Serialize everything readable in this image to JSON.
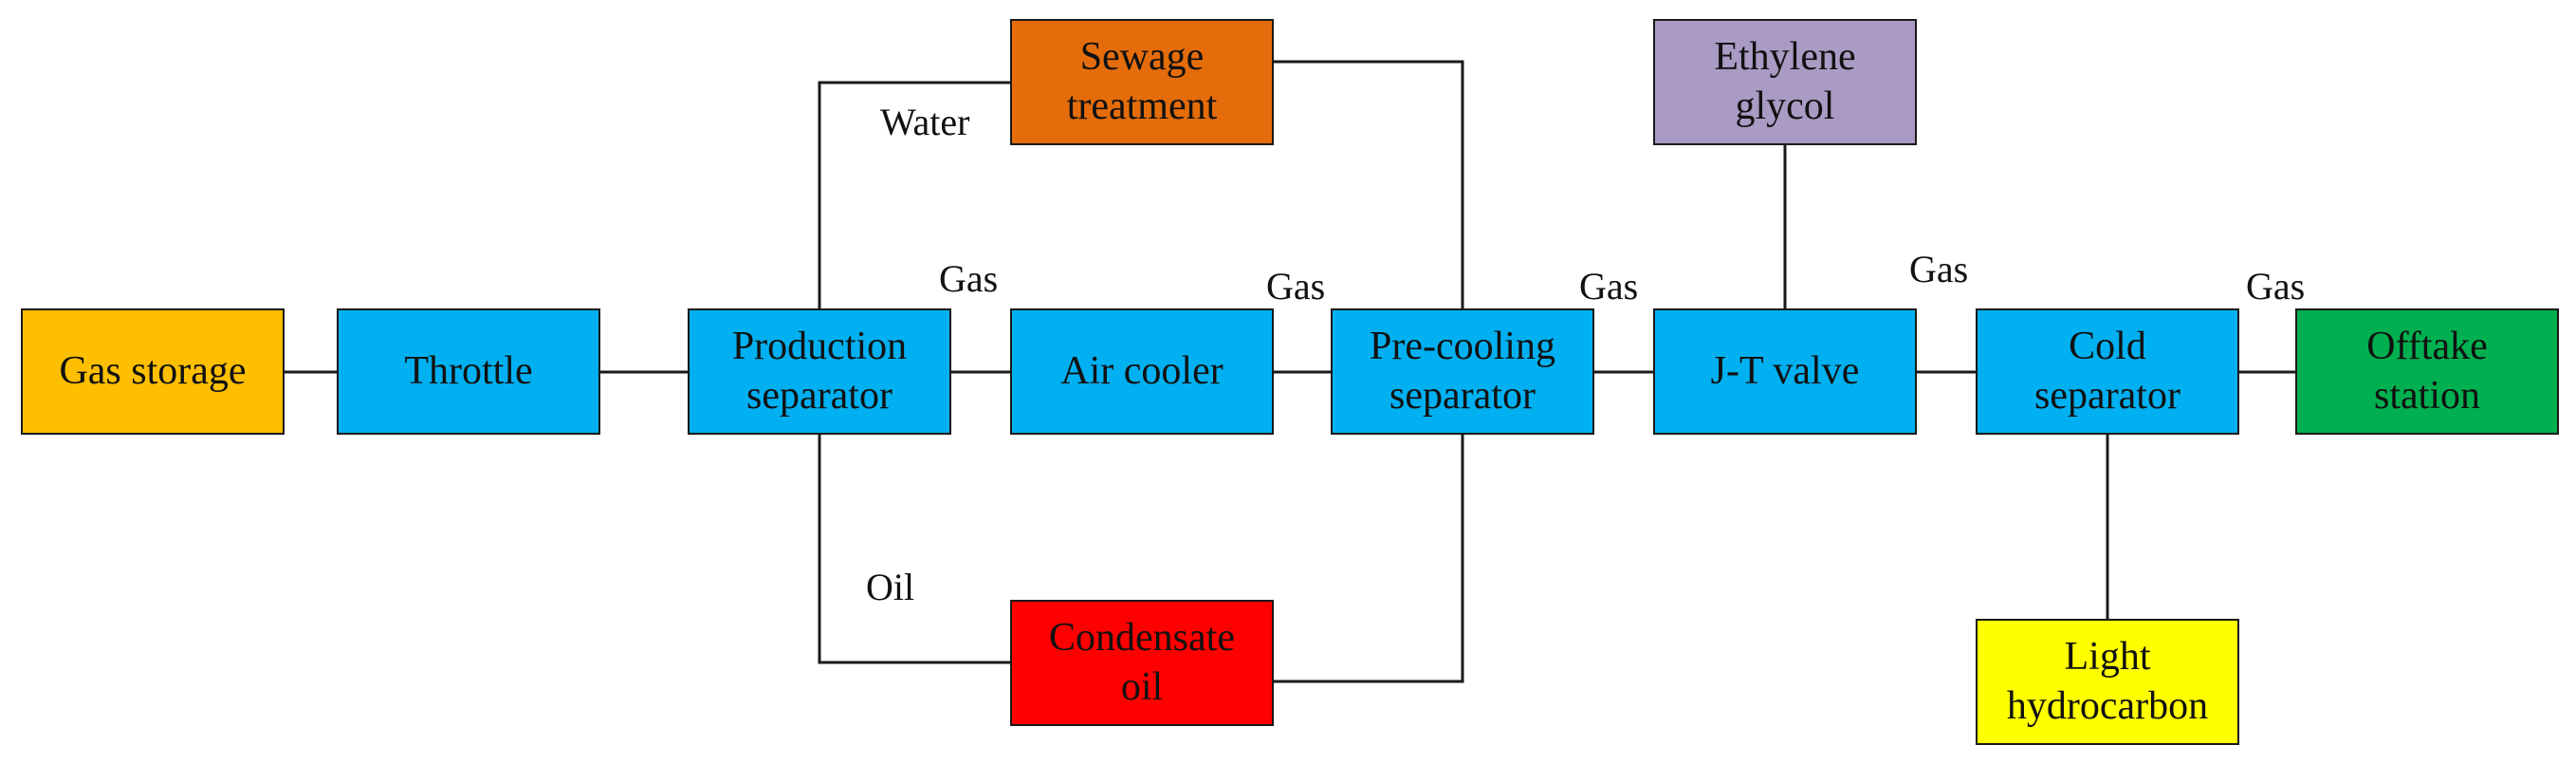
{
  "nodes": {
    "gas_storage": {
      "lines": [
        "Gas storage"
      ],
      "color": "#FDBF00"
    },
    "throttle": {
      "lines": [
        "Throttle"
      ],
      "color": "#00B0F0"
    },
    "production_separator": {
      "lines": [
        "Production",
        "separator"
      ],
      "color": "#00B0F0"
    },
    "air_cooler": {
      "lines": [
        "Air cooler"
      ],
      "color": "#00B0F0"
    },
    "precooling_separator": {
      "lines": [
        "Pre-cooling",
        "separator"
      ],
      "color": "#00B0F0"
    },
    "jt_valve": {
      "lines": [
        "J-T valve"
      ],
      "color": "#00B0F0"
    },
    "cold_separator": {
      "lines": [
        "Cold",
        "separator"
      ],
      "color": "#00B0F0"
    },
    "offtake_station": {
      "lines": [
        "Offtake",
        "station"
      ],
      "color": "#00B050"
    },
    "sewage_treatment": {
      "lines": [
        "Sewage",
        "treatment"
      ],
      "color": "#E46C0A"
    },
    "condensate_oil": {
      "lines": [
        "Condensate",
        "oil"
      ],
      "color": "#FF0000"
    },
    "ethylene_glycol": {
      "lines": [
        "Ethylene",
        "glycol"
      ],
      "color": "#A99BC3"
    },
    "light_hydrocarbon": {
      "lines": [
        "Light",
        "hydrocarbon"
      ],
      "color": "#FFFF00"
    }
  },
  "labels": {
    "water": "Water",
    "oil": "Oil",
    "gas_1": "Gas",
    "gas_2": "Gas",
    "gas_3": "Gas",
    "gas_4": "Gas",
    "gas_5": "Gas"
  },
  "line_color": "#1a1a1a"
}
